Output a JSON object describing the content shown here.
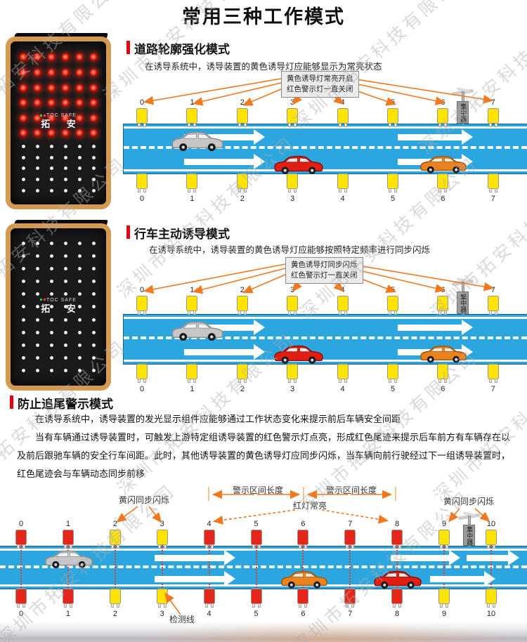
{
  "title": "常用三种工作模式",
  "watermark": {
    "text": "深圳市拓安科技有限公司"
  },
  "device": {
    "logo_en": "TOC SAFE",
    "logo_cn": "拓 安"
  },
  "concentrator_label": "集中器",
  "colors": {
    "road": "#2BA6DF",
    "lamp_yellow": "#FFE400",
    "lamp_red": "#E5261B",
    "annotation_orange": "#F0791F",
    "accent_red": "#E60012"
  },
  "sections": [
    {
      "heading": "道路轮廓强化模式",
      "desc": "在诱导系统中，诱导装置的黄色诱导灯应能够显示为常亮状态",
      "callout": [
        "黄色诱导灯常亮开启",
        "红色警示灯一直关闭"
      ],
      "marker_numbers": [
        "0",
        "1",
        "2",
        "3",
        "4",
        "5",
        "6",
        "7"
      ],
      "marker_colors": [
        "yellow",
        "yellow",
        "yellow",
        "yellow",
        "yellow",
        "yellow",
        "yellow",
        "yellow"
      ]
    },
    {
      "heading": "行车主动诱导模式",
      "desc": "在诱导系统中，诱导装置的黄色诱导灯应能够按照特定频率进行同步闪烁",
      "callout": [
        "黄色诱导灯同步闪烁",
        "红色警示灯一直关闭"
      ],
      "marker_numbers": [
        "0",
        "1",
        "2",
        "3",
        "4",
        "5",
        "6",
        "7"
      ],
      "marker_colors": [
        "yellow",
        "yellow",
        "yellow",
        "yellow",
        "yellow",
        "yellow",
        "yellow",
        "yellow"
      ]
    },
    {
      "heading": "防止追尾警示模式",
      "paragraphs": [
        "在诱导系统中，诱导装置的发光显示组件应能够通过工作状态变化来提示前后车辆安全间距",
        "当有车辆通过诱导装置时，可触发上游特定组诱导装置的红色警示灯点亮，形成红色尾迹来提示后车前方有车辆存在以及前后跟驰车辆的安全行车间距。此时，其他诱导装置的黄色诱导灯应同步闪烁，当车辆向前行驶经过下一组诱导装置时，红色尾迹会与车辆动态同步前移"
      ],
      "labels": {
        "warn_zone_left": "警示区间长度",
        "warn_zone_right": "警示区间长度",
        "red_on": "红灯常亮",
        "yellow_flash_left": "黄闪同步闪烁",
        "yellow_flash_right": "黄闪同步闪烁",
        "detect_line": "检测线"
      },
      "marker_numbers": [
        "0",
        "1",
        "2",
        "3",
        "4",
        "5",
        "6",
        "7",
        "8",
        "9",
        "10"
      ],
      "marker_colors": [
        "red",
        "red",
        "yellow",
        "yellow",
        "red",
        "red",
        "red",
        "red",
        "red",
        "yellow",
        "yellow"
      ]
    }
  ]
}
